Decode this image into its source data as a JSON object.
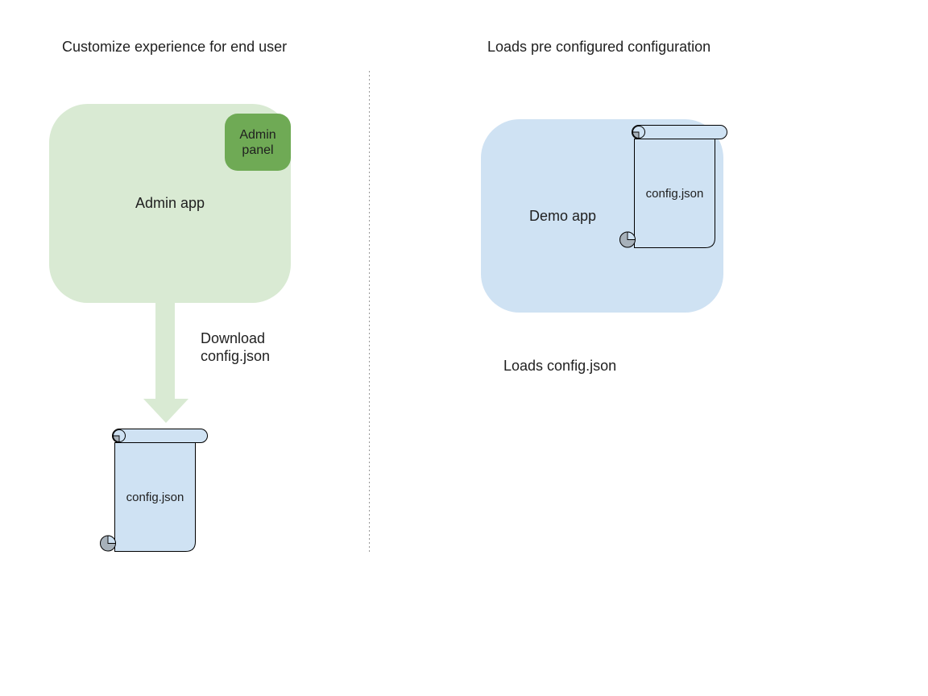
{
  "colors": {
    "light_green": "#d9ead3",
    "green": "#6faa55",
    "light_blue": "#cfe2f3",
    "curl_gray": "#a7b1ba",
    "outline": "#000000",
    "divider_gray": "#999999",
    "text": "#1f1f1f"
  },
  "left_section": {
    "title": "Customize experience for end user",
    "admin_app": {
      "label": "Admin app"
    },
    "admin_panel": {
      "label": "Admin panel"
    },
    "download_arrow": {
      "label_line1": "Download",
      "label_line2": "config.json"
    },
    "config_file": {
      "label": "config.json"
    }
  },
  "right_section": {
    "title": "Loads pre configured configuration",
    "demo_app": {
      "label": "Demo app"
    },
    "config_file": {
      "label": "config.json"
    },
    "caption": "Loads config.json"
  }
}
